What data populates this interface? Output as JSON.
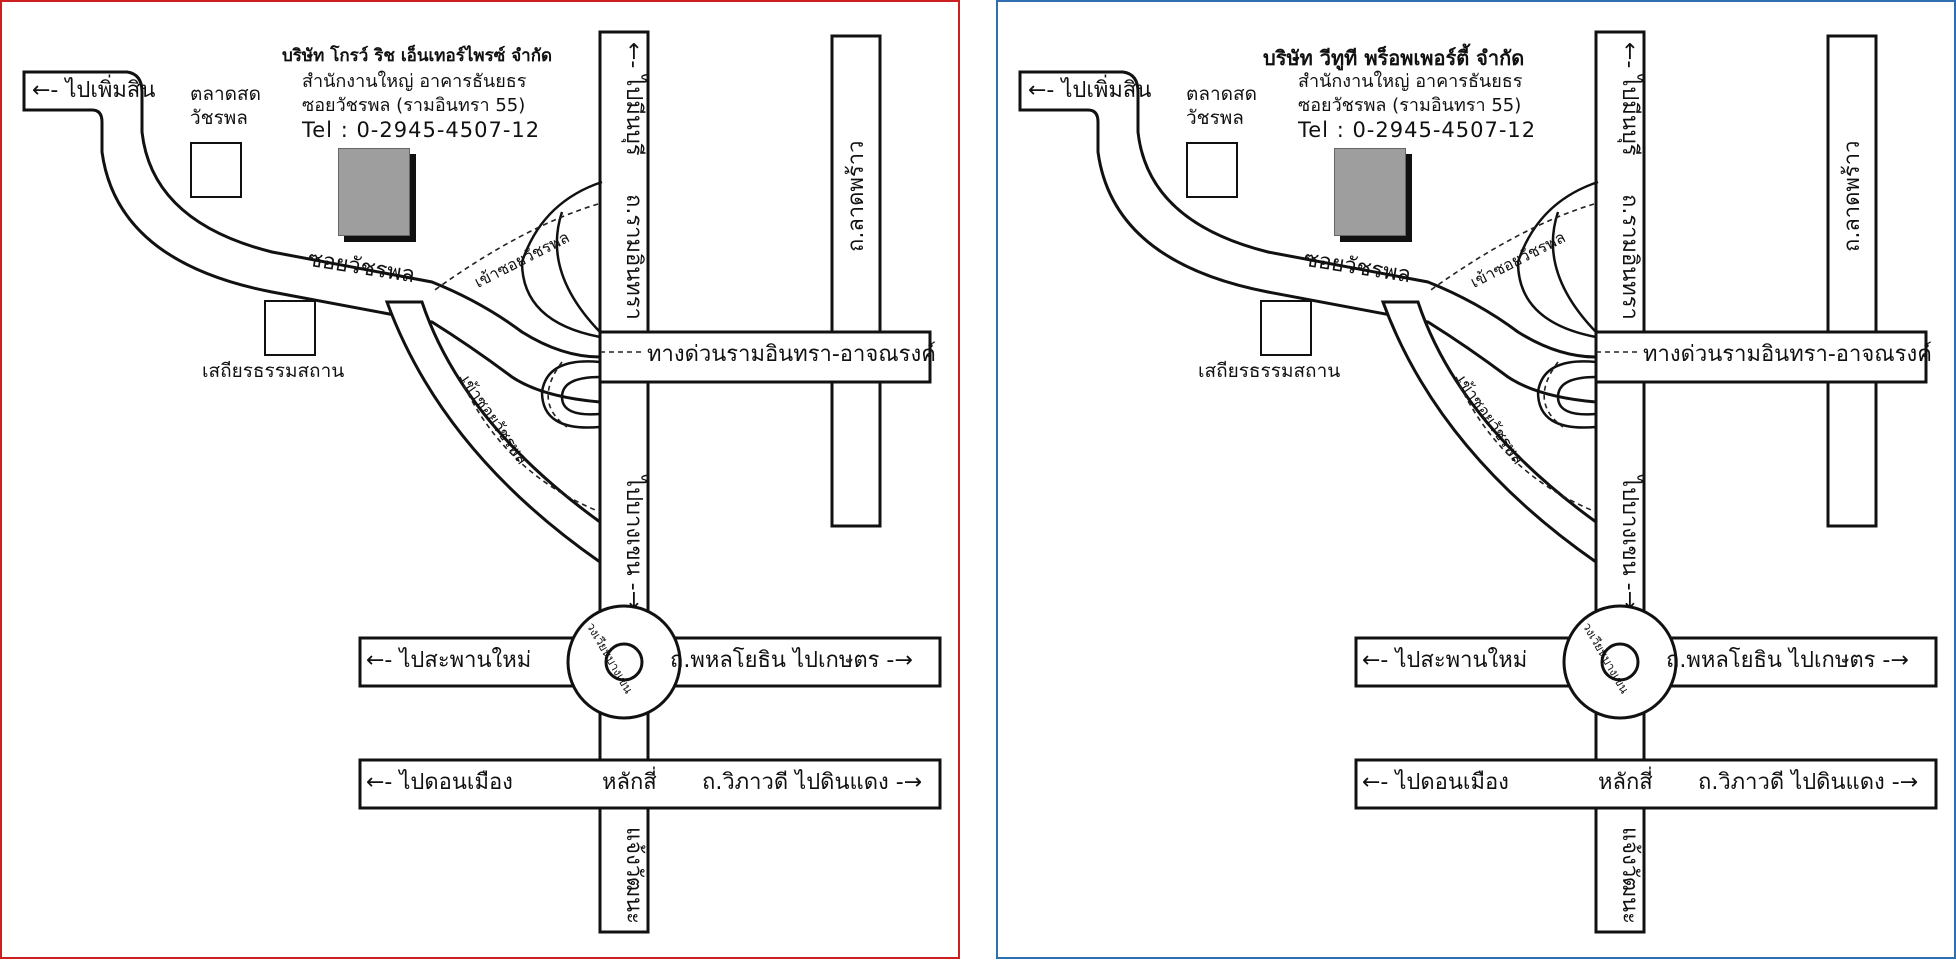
{
  "maps": [
    {
      "frame_color": "#cc1f1f",
      "company": "บริษัท โกรว์ ริช เอ็นเทอร์ไพรซ์ จำกัด",
      "address_1": "สำนักงานใหญ่ อาคารธันยธร",
      "address_2": "ซอยวัชรพล (รามอินทรา 55)",
      "tel": "Tel  :  0-2945-4507-12"
    },
    {
      "frame_color": "#2f6fb0",
      "company": "บริษัท วีทูที พร็อพเพอร์ตี้ จำกัด",
      "address_1": "สำนักงานใหญ่ อาคารธันยธร",
      "address_2": "ซอยวัชรพล (รามอินทรา 55)",
      "tel": "Tel  :  0-2945-4507-12"
    }
  ],
  "labels": {
    "to_phum_sin": "←- ไปเพิ่มสิน",
    "market": "ตลาดสด วัชรพล",
    "soi_watcharaphon": "ซอยวัชรพล",
    "sathian": "เสถียรธรรมสถาน",
    "to_minburi": "←- ไปมีนบุรี",
    "ramintra_road": "ถ.รามอินทรา",
    "expressway": "ทางด่วนรามอินทรา-อาจณรงค์",
    "enter_soi": "เข้าซอยวัชรพล",
    "to_bangkhen": "ไปบางเขน -→",
    "lat_phrao": "ถ.ลาดพร้าว",
    "circle": "วงเวียนบางเขน",
    "to_saphan_mai": "←- ไปสะพานใหม่",
    "phahon": "ถ.พหลโยธิน ไปเกษตร -→",
    "to_don_mueang": "←- ไปดอนเมือง",
    "lak_si": "หลักสี่",
    "vibhavadi": "ถ.วิภาวดี ไปดินแดง -→",
    "chaeng_watthana": "แจ้งวัฒนะ"
  }
}
